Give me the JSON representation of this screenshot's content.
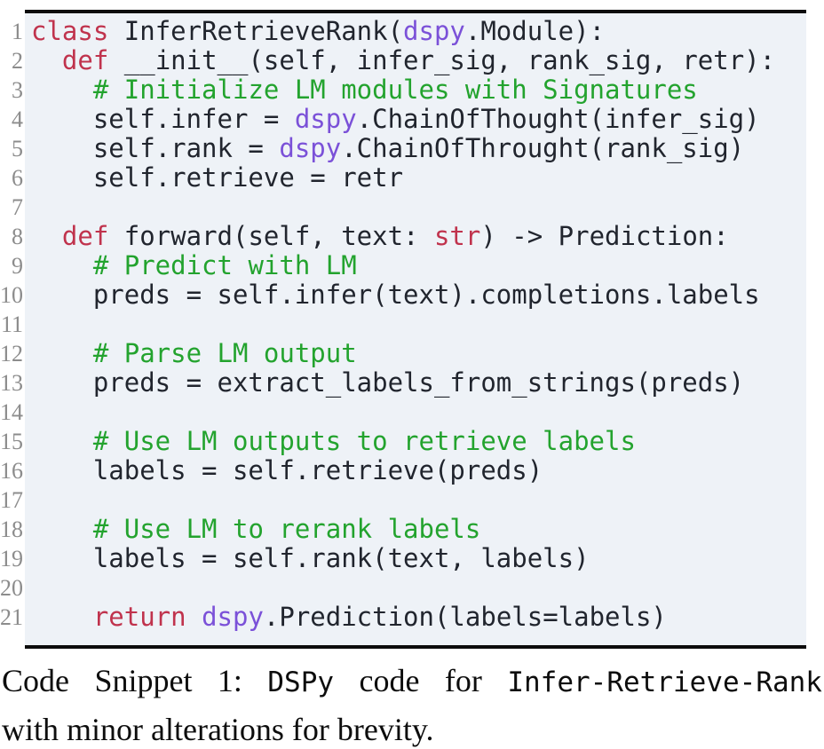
{
  "colors": {
    "keyword": "#c0334d",
    "library": "#7b51d8",
    "comment": "#23a32e",
    "code_text": "#21252e",
    "line_number": "#8c8c8c",
    "code_background": "#eef2f7",
    "rule": "#0c0c0c",
    "caption_text": "#0d0d0d"
  },
  "code_block": {
    "lines": [
      {
        "no": "1",
        "tokens": [
          {
            "t": "kw",
            "v": "class"
          },
          {
            "t": "p",
            "v": " InferRetrieveRank("
          },
          {
            "t": "lib",
            "v": "dspy"
          },
          {
            "t": "p",
            "v": ".Module):"
          }
        ]
      },
      {
        "no": "2",
        "tokens": [
          {
            "t": "p",
            "v": "  "
          },
          {
            "t": "kw",
            "v": "def"
          },
          {
            "t": "p",
            "v": " __init__(self, infer_sig, rank_sig, retr):"
          }
        ]
      },
      {
        "no": "3",
        "tokens": [
          {
            "t": "p",
            "v": "    "
          },
          {
            "t": "com",
            "v": "# Initialize LM modules with Signatures"
          }
        ]
      },
      {
        "no": "4",
        "tokens": [
          {
            "t": "p",
            "v": "    self.infer = "
          },
          {
            "t": "lib",
            "v": "dspy"
          },
          {
            "t": "p",
            "v": ".ChainOfThought(infer_sig)"
          }
        ]
      },
      {
        "no": "5",
        "tokens": [
          {
            "t": "p",
            "v": "    self.rank = "
          },
          {
            "t": "lib",
            "v": "dspy"
          },
          {
            "t": "p",
            "v": ".ChainOfThrought(rank_sig)"
          }
        ]
      },
      {
        "no": "6",
        "tokens": [
          {
            "t": "p",
            "v": "    self.retrieve = retr"
          }
        ]
      },
      {
        "no": "7",
        "tokens": []
      },
      {
        "no": "8",
        "tokens": [
          {
            "t": "p",
            "v": "  "
          },
          {
            "t": "kw",
            "v": "def"
          },
          {
            "t": "p",
            "v": " forward(self, text: "
          },
          {
            "t": "kw",
            "v": "str"
          },
          {
            "t": "p",
            "v": ") -> Prediction:"
          }
        ]
      },
      {
        "no": "9",
        "tokens": [
          {
            "t": "p",
            "v": "    "
          },
          {
            "t": "com",
            "v": "# Predict with LM"
          }
        ]
      },
      {
        "no": "10",
        "tokens": [
          {
            "t": "p",
            "v": "    preds = self.infer(text).completions.labels"
          }
        ]
      },
      {
        "no": "11",
        "tokens": []
      },
      {
        "no": "12",
        "tokens": [
          {
            "t": "p",
            "v": "    "
          },
          {
            "t": "com",
            "v": "# Parse LM output"
          }
        ]
      },
      {
        "no": "13",
        "tokens": [
          {
            "t": "p",
            "v": "    preds = extract_labels_from_strings(preds)"
          }
        ]
      },
      {
        "no": "14",
        "tokens": []
      },
      {
        "no": "15",
        "tokens": [
          {
            "t": "p",
            "v": "    "
          },
          {
            "t": "com",
            "v": "# Use LM outputs to retrieve labels"
          }
        ]
      },
      {
        "no": "16",
        "tokens": [
          {
            "t": "p",
            "v": "    labels = self.retrieve(preds)"
          }
        ]
      },
      {
        "no": "17",
        "tokens": []
      },
      {
        "no": "18",
        "tokens": [
          {
            "t": "p",
            "v": "    "
          },
          {
            "t": "com",
            "v": "# Use LM to rerank labels"
          }
        ]
      },
      {
        "no": "19",
        "tokens": [
          {
            "t": "p",
            "v": "    labels = self.rank(text, labels)"
          }
        ]
      },
      {
        "no": "20",
        "tokens": []
      },
      {
        "no": "21",
        "tokens": [
          {
            "t": "p",
            "v": "    "
          },
          {
            "t": "kw",
            "v": "return"
          },
          {
            "t": "p",
            "v": " "
          },
          {
            "t": "lib",
            "v": "dspy"
          },
          {
            "t": "p",
            "v": ".Prediction(labels=labels)"
          }
        ]
      }
    ]
  },
  "caption": {
    "line1_words": [
      {
        "font": "serif",
        "text": "Code"
      },
      {
        "font": "serif",
        "text": "Snippet"
      },
      {
        "font": "serif",
        "text": "1:"
      },
      {
        "font": "mono",
        "text": "DSPy"
      },
      {
        "font": "serif",
        "text": "code"
      },
      {
        "font": "serif",
        "text": "for"
      },
      {
        "font": "mono",
        "text": "Infer-Retrieve-Rank"
      }
    ],
    "line2": "with minor alterations for brevity."
  }
}
